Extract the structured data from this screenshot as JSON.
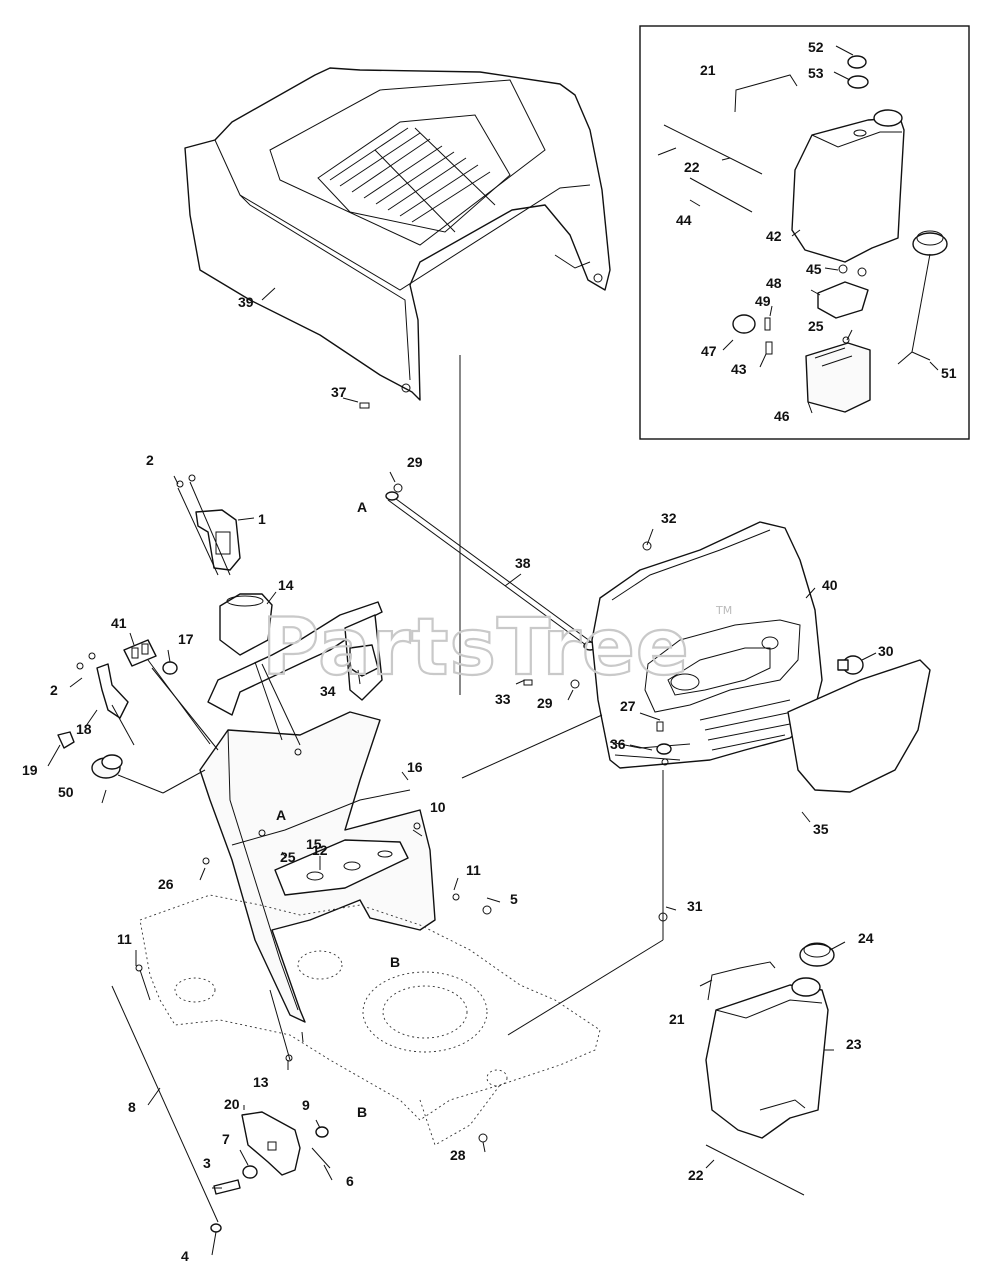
{
  "watermark": {
    "brand": "PartsTree",
    "trademark": "TM"
  },
  "callouts": [
    "1",
    "2",
    "2",
    "3",
    "4",
    "5",
    "6",
    "7",
    "8",
    "9",
    "10",
    "11",
    "11",
    "12",
    "13",
    "14",
    "15",
    "16",
    "17",
    "18",
    "19",
    "20",
    "21",
    "21",
    "22",
    "22",
    "23",
    "24",
    "25",
    "25",
    "26",
    "27",
    "28",
    "29",
    "29",
    "30",
    "31",
    "32",
    "33",
    "34",
    "35",
    "36",
    "37",
    "38",
    "39",
    "40",
    "41",
    "42",
    "43",
    "44",
    "45",
    "46",
    "47",
    "48",
    "49",
    "50",
    "51",
    "52",
    "53",
    "A",
    "A",
    "B",
    "B"
  ]
}
